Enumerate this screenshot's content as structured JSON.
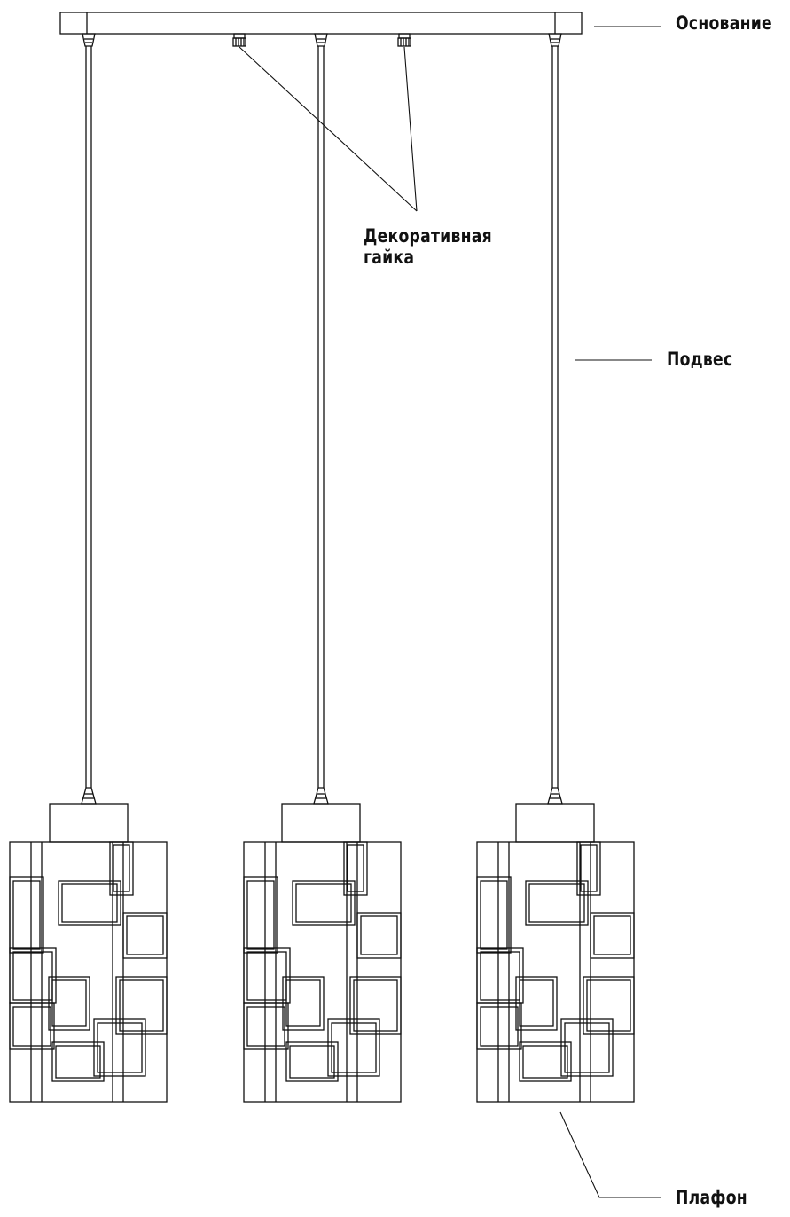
{
  "labels": {
    "base": "Основание",
    "nut_line1": "Декоративная",
    "nut_line2": "гайка",
    "suspension": "Подвес",
    "shade": "Плафон"
  },
  "colors": {
    "line": "#111111",
    "background": "#ffffff"
  }
}
